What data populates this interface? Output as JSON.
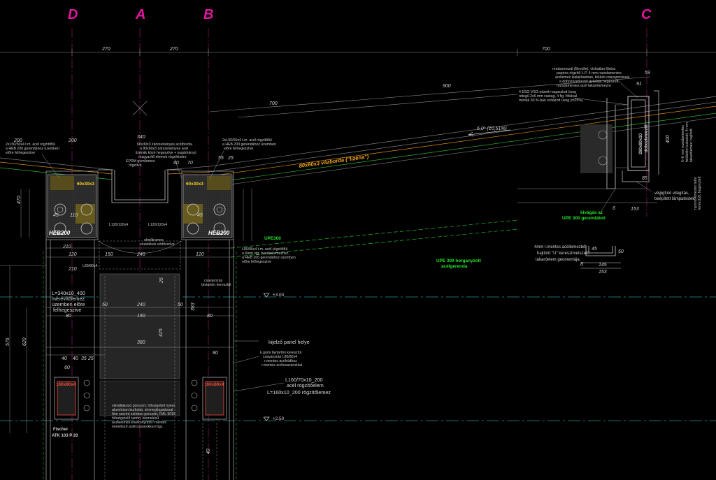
{
  "axes": {
    "D": "D",
    "A": "A",
    "B": "B",
    "C": "C"
  },
  "dims": {
    "top_270_left": "270",
    "top_270_right": "270",
    "top_700": "700",
    "slope_900": "900",
    "slope_700": "700",
    "d200_left": "200",
    "d200_mid": "200",
    "d340": "340",
    "d60": "60",
    "d70": "70",
    "d55": "55",
    "d25": "25",
    "d45_l": "45",
    "d110": "110",
    "d45_r": "45",
    "d210_top": "210",
    "d120_l": "120",
    "d150": "150",
    "d240_mid": "240",
    "d120_r": "120",
    "d210_bot": "210",
    "d50_l": "50",
    "d240_low": "240",
    "d50_r": "50",
    "d80_l": "80",
    "d150_low": "150",
    "d80_r": "80",
    "d380": "380",
    "d40_a": "40",
    "d40_b": "40",
    "d35": "35",
    "d25_b": "25",
    "d60_b": "60",
    "d80_b": "80",
    "d59": "59",
    "d91": "91",
    "d85": "85",
    "d153": "153",
    "d145": "145",
    "d153_b": "153",
    "d45_c": "45",
    "d50_c": "50",
    "d8": "8",
    "d6": "6",
    "d400": "400",
    "d470": "470",
    "d576": "576",
    "d620": "620",
    "d383": "383",
    "d425": "425",
    "d25_v": "25",
    "d40_v": "40"
  },
  "labels": {
    "slope": "6,0° (10,51%)",
    "rafter": "80x60x3 vázborda (\"lizéna\")",
    "rhs_left": "60x30x3",
    "rhs_right": "60x30x3",
    "heb_left": "HEB200",
    "heb_right": "HEB200",
    "upe300": "UPE300",
    "upe_galv": "UPE 300 horganyzott",
    "upe_galv2": "acélgerenda",
    "cutout": "kivágás az",
    "cutout2": "UPE 300 gerendából",
    "angle_l": "L120/120x4",
    "angle_r": "L120/120x4",
    "l80": "L80/80x4",
    "epdm": "EPDM gumilemez",
    "epdm2": "rögzítve",
    "note_tl1": "2xL50/50x4 t.m. acél rögzítőfül",
    "note_tl2": "a HEB 200 gerendához üzemben",
    "note_tl3": "előre felhegesztve",
    "note_tm1": "60x30x3 zárszelvényes acélborda,",
    "note_tm2": "a 80x60x3 zárszelvényes acél",
    "note_tm3": "lizénák közé hegesztve + sugárirányú",
    "note_tm4": "magyarítő elemek rögzítésére",
    "note_tr1": "2xL50/50x4 t.m. acél rögzítőfül",
    "note_tr2": "a HEB 200 gerendához üzemben",
    "note_tr3": "előre felhegesztve",
    "note_mid1": "elmilitramos",
    "note_mid2": "vezetékek védőcsöve",
    "note_ml1": "L80/80x4 t.m. acél rögzítőfül",
    "note_ml2": "a 6mm vtg. bundáslemezhez,",
    "note_ml3": "a HEB 200 gerendához üzemben",
    "note_ml4": "előre felhegesztve",
    "note_bolts1": "csavarozás",
    "note_bolts2": "távtartón keresztül",
    "plate1": "L=340x10_400",
    "plate2": "merevítőlemez",
    "plate3": "üzemben előre",
    "plate4": "felhegesztve",
    "display": "kijelző panel helye",
    "bolt_note1": "k.gumi távtartón keresztül",
    "bolt_note2": "csavarozás L80/80x4",
    "bolt_note3": "r.mentes acélrúdhoz",
    "bolt_note4": "r.mentes acélcsavarokkal",
    "rhs_red_l": "160x80x4",
    "rhs_red_r": "160x80x4",
    "l160_1": "L160/70x10_200",
    "l160_2": "acél rögzítőelem",
    "l160_3": "L=160x10_200 rögzítőlemez",
    "alu1": "sikváltakozó porszórt, hőszigetelt nyers",
    "alu2": "alumínium burkolat, sínmegfogatással",
    "alu3": "fém szerint színben porszórt, RAL 9016",
    "alu4": "hőszigetelő tartón, kiemelésű",
    "alu5": "acélelemek elvékonyított r.mentes",
    "alu6": "önmetsző acélcsavarokkal rögz.",
    "fischer1": "Fischer",
    "fischer2": "ATK 103 P 20",
    "lvl_300": "+3.00",
    "lvl_250": "+2.50",
    "c_note1": "rendszerszál (Bevolle), vízhatlan fűrész",
    "c_note2": "papiros rögzítő L.P. 4 mm rozsdamentes",
    "c_note3": "acélemez kialakításban, felületi csavarozással",
    "c_note4": "a dobozszerkezet gyártója hegeszett",
    "c_note5": "rozsdamentes acél takarólemezre",
    "c_note6": "4 ESG-VSG edzett+ragasztott üveg",
    "c_note7": "rétegű 2x6 mm vastag, 4 fig. fóliával",
    "c_note8": "minták 30 %-ban szitázott üveg (m25%)",
    "box": "260x80x10",
    "box2": "dobozlemezől",
    "lamp1": "végigfutó világítás,",
    "lamp2": "beépített lámpatestek",
    "c_right1": "6+6 mm rozsdamentes",
    "c_right2": "felületén bukodott, 4 mm",
    "c_right3": "takarólemez: hajlított",
    "c_right4": "nyomólemezes tartó",
    "c_right5": "lemezből, hegesztett",
    "u1": "4mm r.mentes acéllemezből",
    "u2": "hajlított \"U\" keresztmetszetű",
    "u3": "takaróelem geometriája:"
  },
  "colors": {
    "axis": "#e0169e",
    "green": "#22e622",
    "orange": "#f0a81a",
    "yellow": "#f5d21a",
    "red": "#ff4a3a",
    "cyan": "#2a8fa0"
  }
}
